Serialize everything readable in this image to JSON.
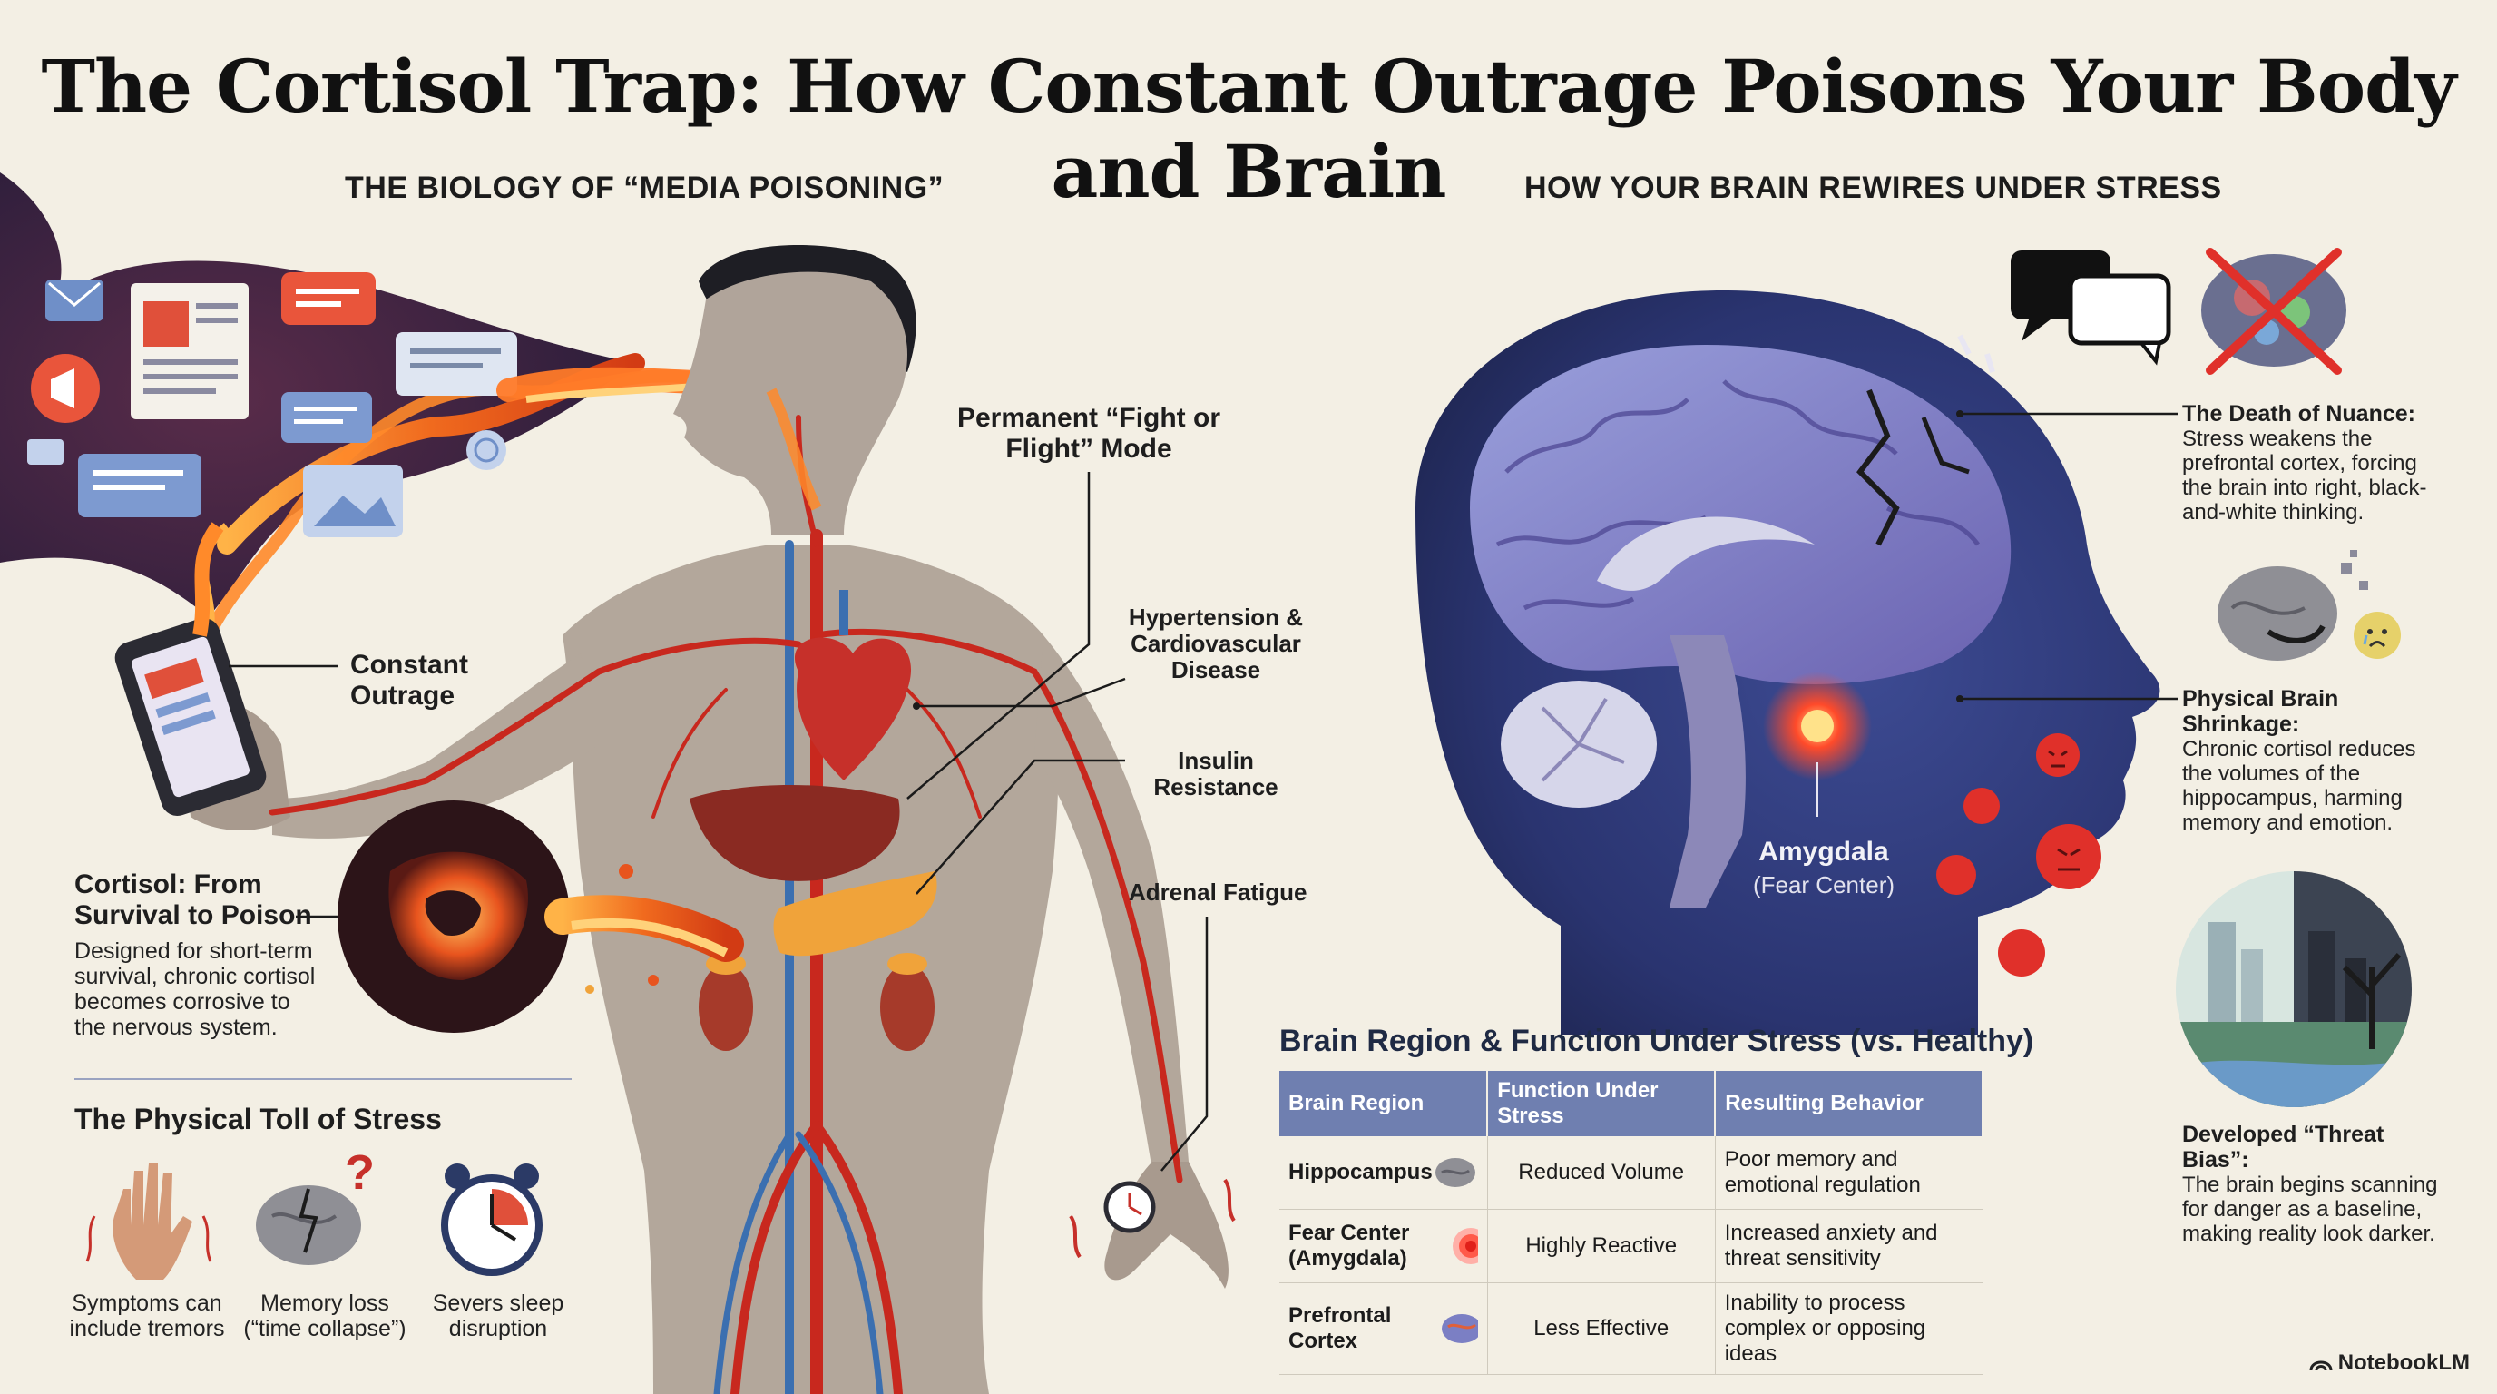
{
  "title": "The Cortisol Trap: How Constant Outrage Poisons Your Body and Brain",
  "left_section": {
    "heading": "THE BIOLOGY OF “MEDIA POISONING”",
    "labels": {
      "constant_outrage": "Constant Outrage",
      "fight_flight": "Permanent “Fight or Flight” Mode",
      "hypertension": "Hypertension & Cardiovascular Disease",
      "insulin": "Insulin Resistance",
      "adrenal": "Adrenal Fatigue"
    },
    "cortisol": {
      "title": "Cortisol: From Survival to Poison",
      "body": "Designed for short-term survival, chronic cortisol becomes corrosive to the nervous system."
    },
    "toll": {
      "heading": "The Physical Toll of Stress",
      "items": [
        {
          "caption": "Symptoms can include tremors",
          "icon": "hand-tremor-icon"
        },
        {
          "caption": "Memory loss (“time collapse”)",
          "icon": "brain-question-icon"
        },
        {
          "caption": "Severs sleep disruption",
          "icon": "alarm-clock-icon"
        }
      ]
    }
  },
  "right_section": {
    "heading": "HOW YOUR BRAIN REWIRES UNDER STRESS",
    "amygdala": {
      "name": "Amygdala",
      "sub": "(Fear Center)"
    },
    "callouts": [
      {
        "title": "The Death of Nuance:",
        "body": "Stress weakens the prefrontal cortex, forcing the brain into right, black-and-white thinking."
      },
      {
        "title": "Physical Brain Shrinkage:",
        "body": "Chronic cortisol reduces the volumes of the hippocampus, harming memory and emotion."
      },
      {
        "title": "Developed “Threat Bias”:",
        "body": "The brain begins scanning for danger as a baseline, making reality look darker."
      }
    ]
  },
  "table": {
    "title": "Brain Region & Function Under Stress (vs. Healthy)",
    "headers": [
      "Brain Region",
      "Function Under Stress",
      "Resulting Behavior"
    ],
    "rows": [
      {
        "region": "Hippocampus",
        "function": "Reduced Volume",
        "behavior": "Poor memory and emotional regulation"
      },
      {
        "region": "Fear Center (Amygdala)",
        "function": "Highly Reactive",
        "behavior": "Increased anxiety and threat sensitivity"
      },
      {
        "region": "Prefrontal Cortex",
        "function": "Less Effective",
        "behavior": "Inability to process complex or opposing ideas"
      }
    ]
  },
  "brand": "NotebookLM",
  "colors": {
    "background": "#f3efe4",
    "fire": "#e8541e",
    "artery": "#c8281e",
    "vein": "#3b6fb0",
    "brain": "#7b7fc4",
    "table_header": "#6f7fb0"
  }
}
